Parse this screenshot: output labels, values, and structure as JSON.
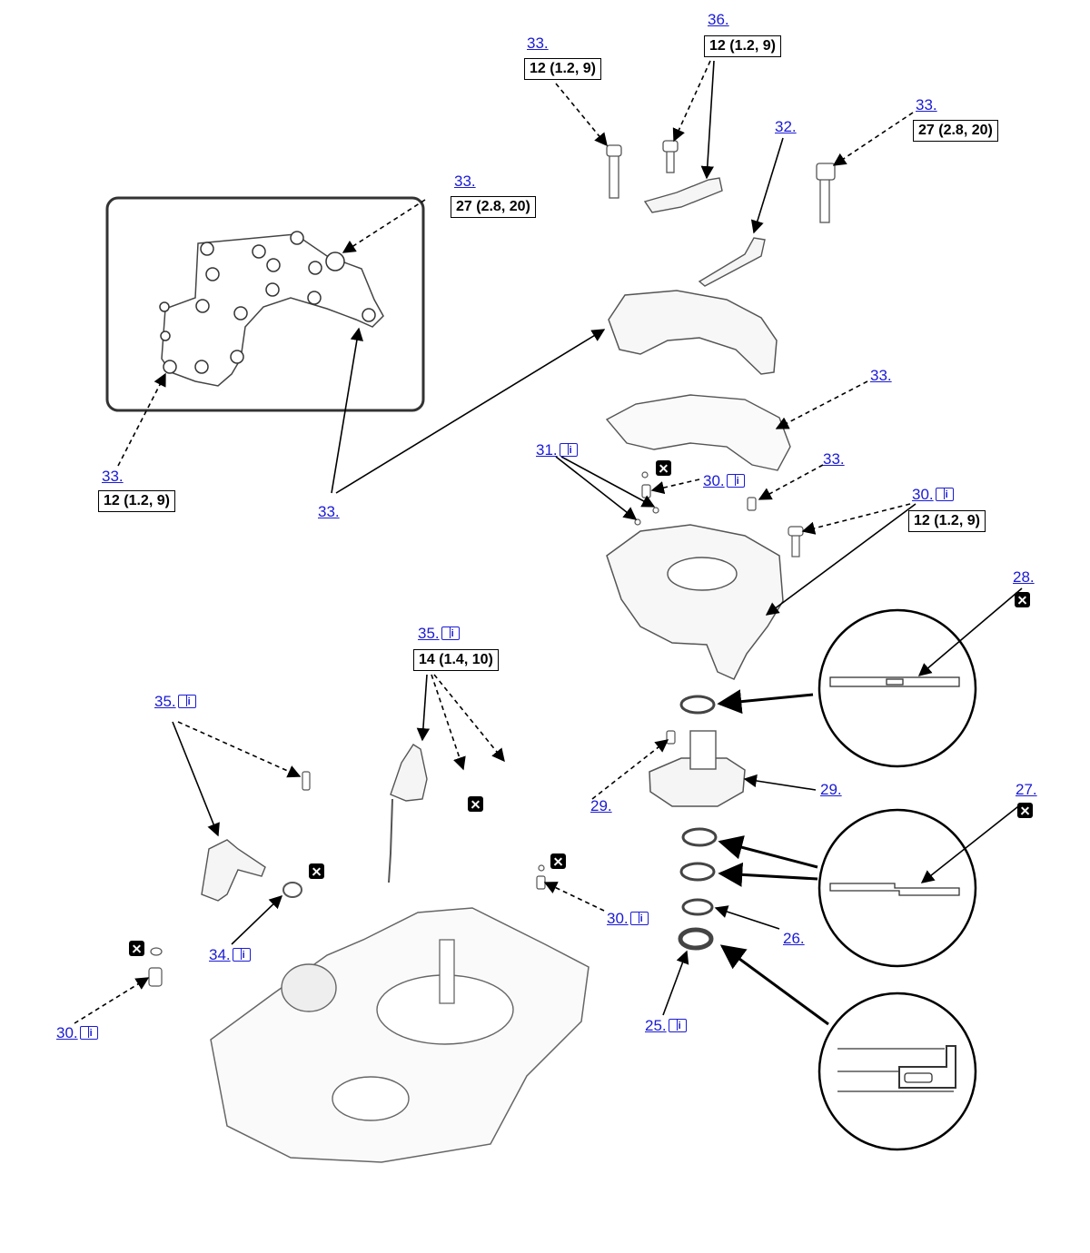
{
  "callouts": [
    {
      "id": "c33a",
      "text": "33.",
      "torque": "12 (1.2, 9)",
      "book": false
    },
    {
      "id": "c36",
      "text": "36.",
      "torque": "12 (1.2, 9)",
      "book": false
    },
    {
      "id": "c33b",
      "text": "33.",
      "torque": "27 (2.8, 20)",
      "book": false
    },
    {
      "id": "c32",
      "text": "32.",
      "book": false
    },
    {
      "id": "c33c",
      "text": "33.",
      "torque": "27 (2.8, 20)",
      "book": false
    },
    {
      "id": "c33d",
      "text": "33.",
      "torque": "12 (1.2, 9)",
      "book": false
    },
    {
      "id": "c33e",
      "text": "33.",
      "book": false
    },
    {
      "id": "c33f",
      "text": "33.",
      "book": false
    },
    {
      "id": "c31",
      "text": "31.",
      "book": true
    },
    {
      "id": "c30a",
      "text": "30.",
      "book": true
    },
    {
      "id": "c33g",
      "text": "33.",
      "book": false
    },
    {
      "id": "c30b",
      "text": "30.",
      "torque": "12 (1.2, 9)",
      "book": true
    },
    {
      "id": "c28",
      "text": "28.",
      "book": false
    },
    {
      "id": "c35a",
      "text": "35.",
      "torque": "14 (1.4, 10)",
      "book": true
    },
    {
      "id": "c35b",
      "text": "35.",
      "book": true
    },
    {
      "id": "c29a",
      "text": "29.",
      "book": false
    },
    {
      "id": "c29b",
      "text": "29.",
      "book": false
    },
    {
      "id": "c27",
      "text": "27.",
      "book": false
    },
    {
      "id": "c30c",
      "text": "30.",
      "book": true
    },
    {
      "id": "c34",
      "text": "34.",
      "book": true
    },
    {
      "id": "c26",
      "text": "26.",
      "book": false
    },
    {
      "id": "c30d",
      "text": "30.",
      "book": true
    },
    {
      "id": "c25",
      "text": "25.",
      "book": true
    }
  ],
  "icons": {
    "replace": "replace-x-icon",
    "info": "book-info-icon"
  },
  "colors": {
    "link": "#1a1ad6",
    "part_line": "#555555",
    "leader": "#000000"
  }
}
